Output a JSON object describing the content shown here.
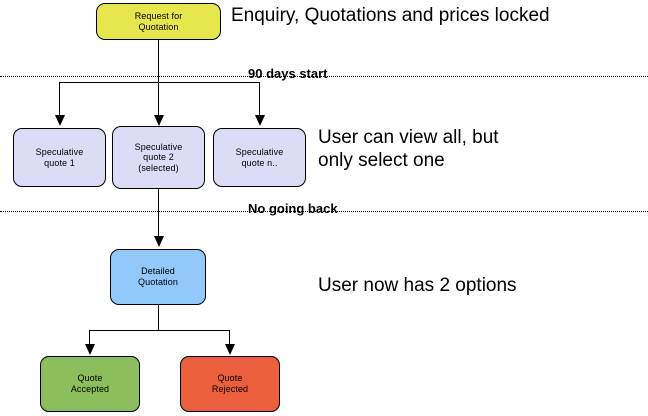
{
  "diagram": {
    "title_annotation": "Enquiry, Quotations and prices locked",
    "nodes": [
      {
        "id": "rfq",
        "label": "Request for\nQuotation",
        "color": "#e6e64d"
      },
      {
        "id": "spec1",
        "label": "Speculative\nquote 1",
        "color": "#dcdcf7"
      },
      {
        "id": "spec2",
        "label": "Speculative\nquote 2\n(selected)",
        "color": "#dcdcf7"
      },
      {
        "id": "specn",
        "label": "Speculative\nquote n..",
        "color": "#dcdcf7"
      },
      {
        "id": "detailed",
        "label": "Detailed\nQuotation",
        "color": "#92c8fa"
      },
      {
        "id": "accepted",
        "label": "Quote\nAccepted",
        "color": "#8cbf5c"
      },
      {
        "id": "rejected",
        "label": "Quote\nRejected",
        "color": "#eb5f3c"
      }
    ],
    "separators": [
      {
        "id": "90days",
        "label": "90 days start"
      },
      {
        "id": "noback",
        "label": "No going back"
      }
    ],
    "annotations": [
      {
        "id": "locked",
        "text": "Enquiry, Quotations and prices locked"
      },
      {
        "id": "viewall",
        "text": "User can view all, but\nonly select one"
      },
      {
        "id": "options",
        "text": "User now has 2 options"
      }
    ]
  }
}
